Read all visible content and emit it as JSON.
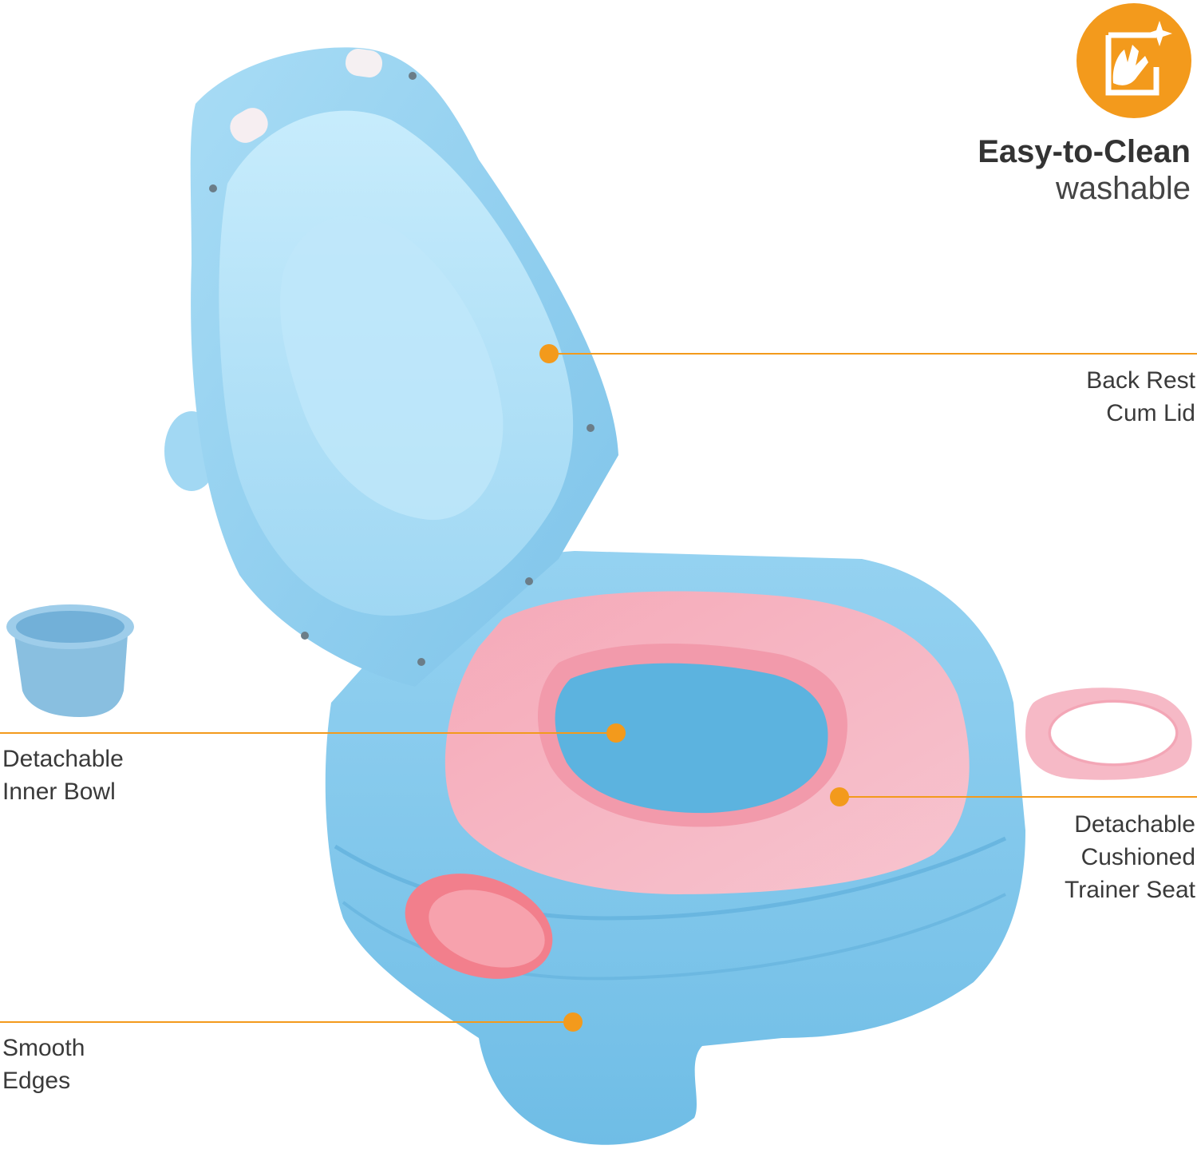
{
  "feature": {
    "icon": "hand-wipe-sparkle-icon",
    "title": "Easy-to-Clean",
    "subtitle": "washable"
  },
  "callouts": {
    "back_rest": [
      "Back Rest",
      "Cum Lid"
    ],
    "trainer_seat": [
      "Detachable",
      "Cushioned",
      "Trainer Seat"
    ],
    "inner_bowl": [
      "Detachable",
      "Inner Bowl"
    ],
    "edges": [
      "Smooth",
      "Edges"
    ]
  },
  "colors": {
    "accent": "#f39a1c",
    "product_blue": "#8fcdee",
    "seat_pink": "#f4b6c2"
  }
}
